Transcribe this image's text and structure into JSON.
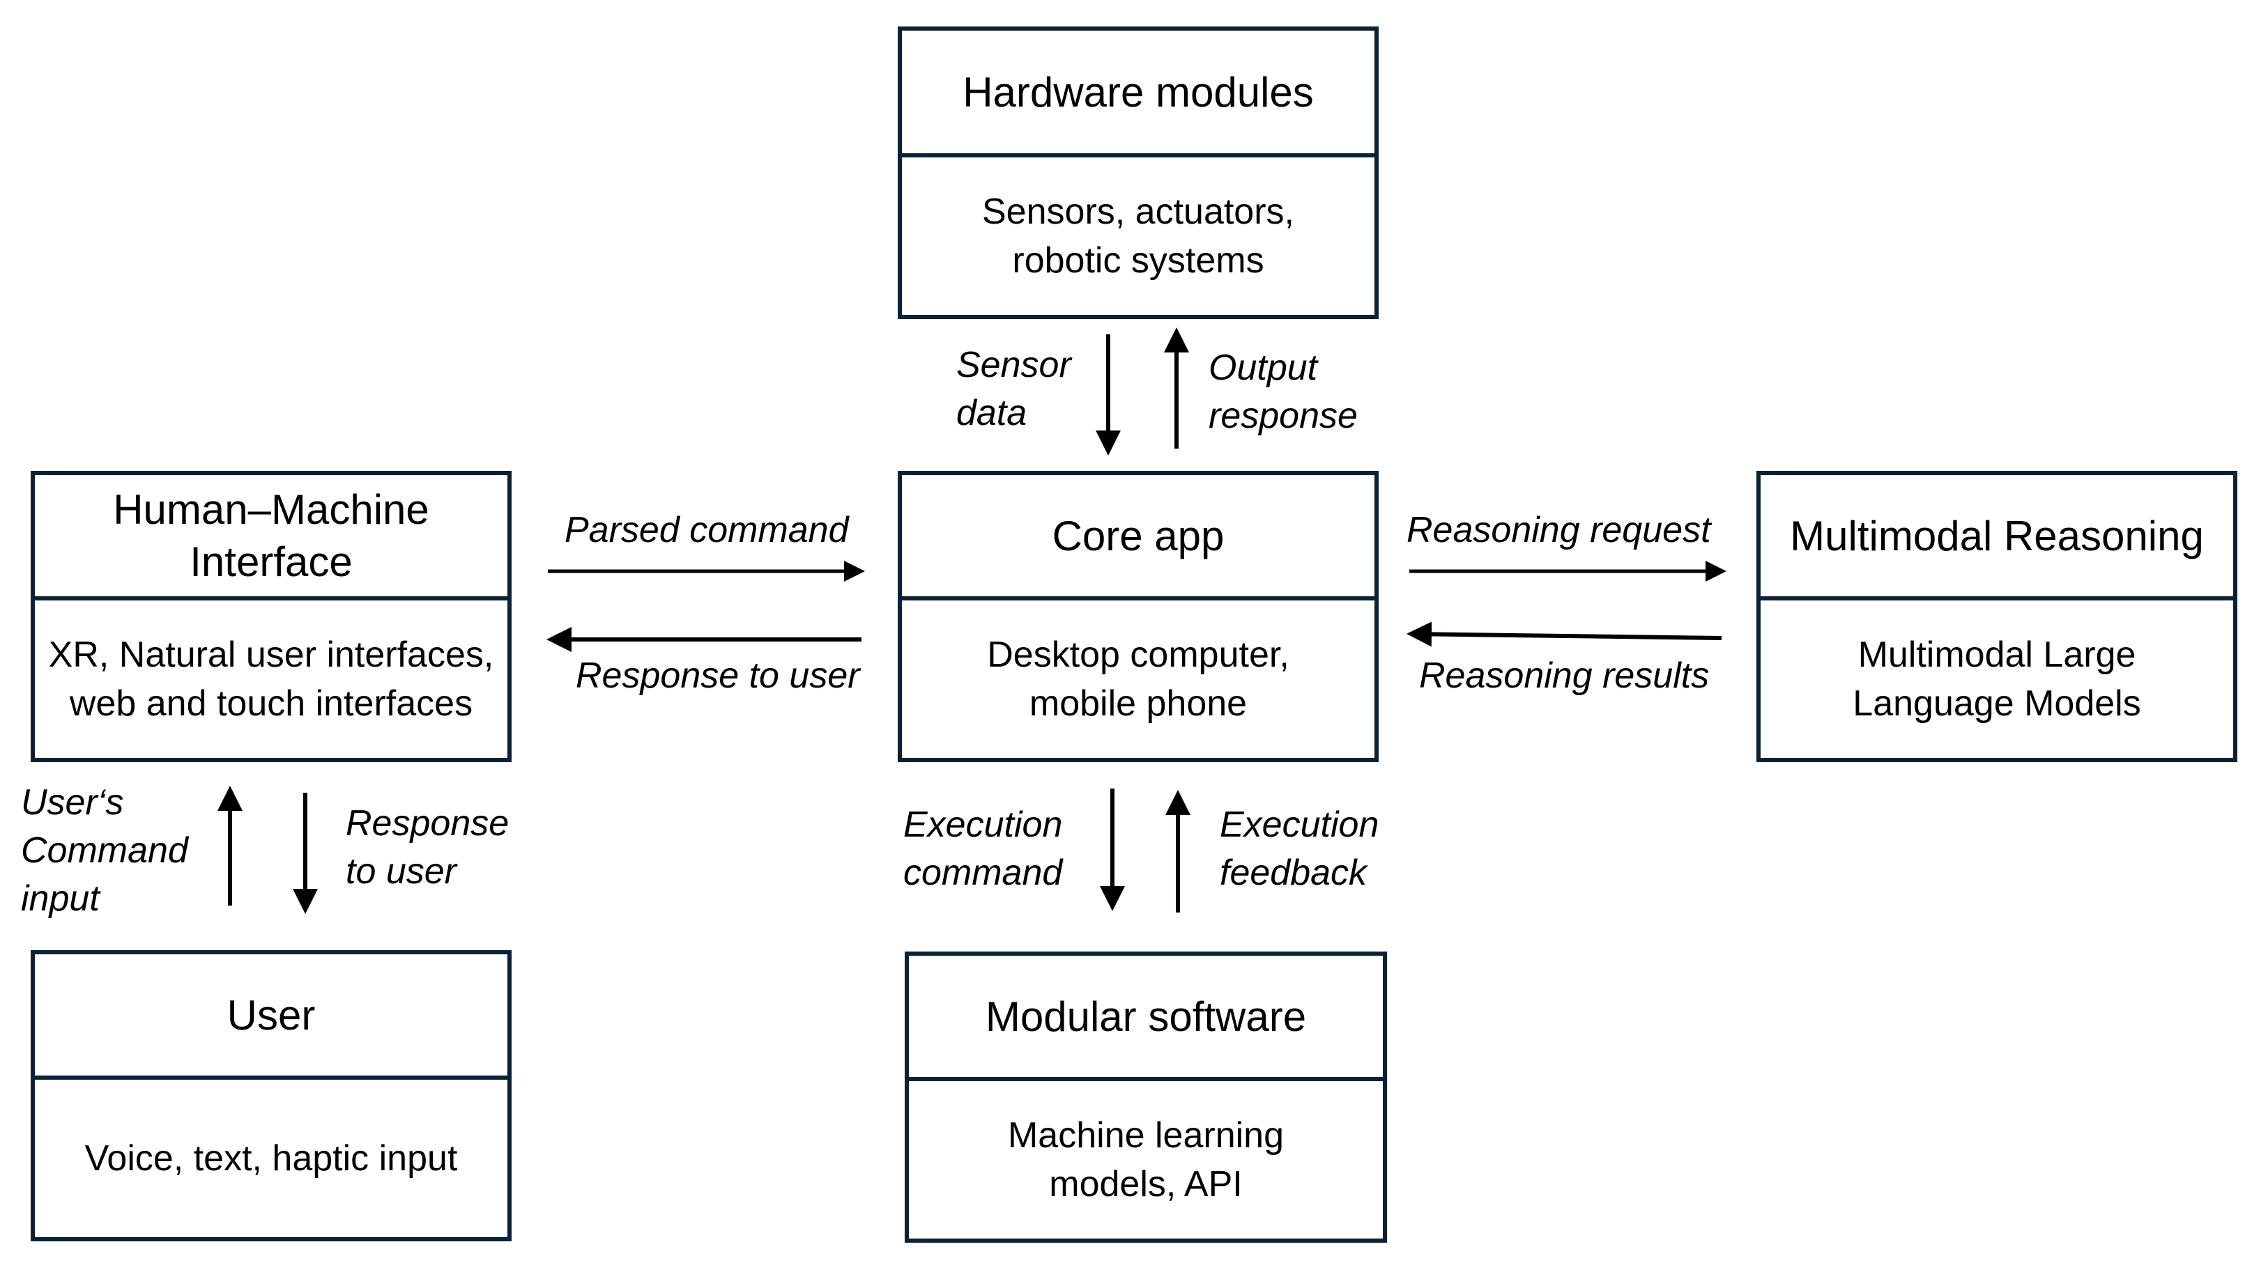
{
  "boxes": {
    "hardware": {
      "title": "Hardware modules",
      "body": "Sensors, actuators, robotic systems"
    },
    "hmi": {
      "title": "Human–Machine Interface",
      "body": "XR, Natural user interfaces, web and touch interfaces"
    },
    "core": {
      "title": "Core app",
      "body": "Desktop computer, mobile phone"
    },
    "reasoning": {
      "title": "Multimodal Reasoning",
      "body": "Multimodal Large Language Models"
    },
    "user": {
      "title": "User",
      "body": "Voice, text, haptic input"
    },
    "software": {
      "title": "Modular software",
      "body": "Machine learning models, API"
    }
  },
  "edges": {
    "sensor_data": "Sensor data",
    "output_response": "Output response",
    "parsed_command": "Parsed command",
    "response_to_user_h": "Response to user",
    "reasoning_request": "Reasoning request",
    "reasoning_results": "Reasoning results",
    "users_command_input": "User‘s Command input",
    "response_to_user_v": "Response to user",
    "execution_command": "Execution command",
    "execution_feedback": "Execution feedback"
  },
  "colors": {
    "box_border": "#0b2236",
    "arrow": "#000000",
    "background": "#ffffff"
  }
}
